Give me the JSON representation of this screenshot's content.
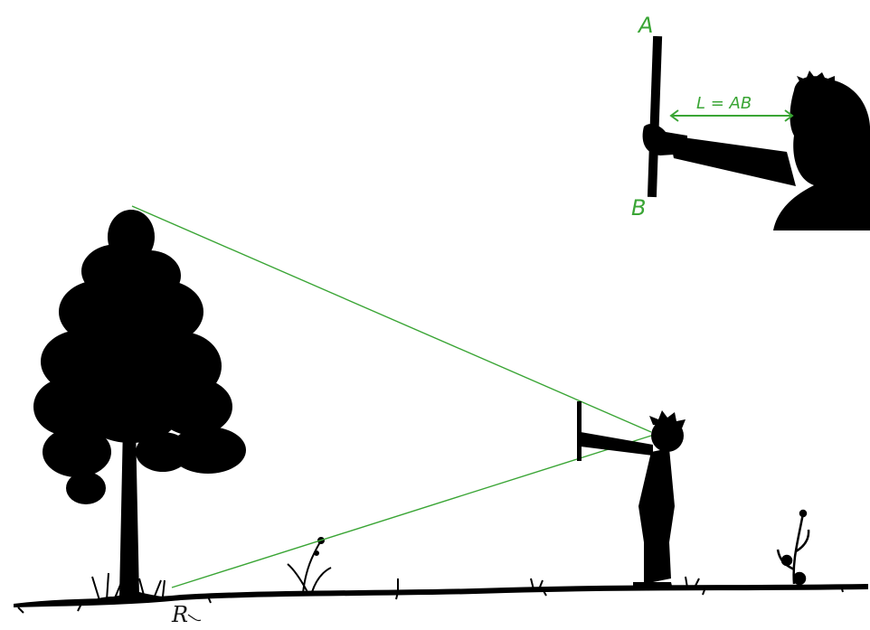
{
  "labels": {
    "point_a": "A",
    "point_b": "B",
    "formula": "L = AB",
    "signature": "R"
  },
  "colors": {
    "sightline": "#3aa535",
    "silhouette": "#000000",
    "background": "#ffffff"
  }
}
